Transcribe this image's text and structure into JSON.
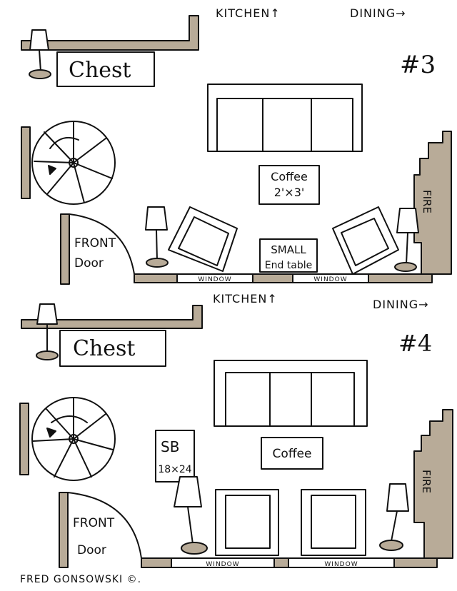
{
  "colors": {
    "wall": "#b8ab98",
    "ink": "#111111",
    "paper": "#ffffff"
  },
  "plan3": {
    "number": "#3",
    "kitchen": "KITCHEN↑",
    "dining": "DINING→",
    "chest": "Chest",
    "coffee_line1": "Coffee",
    "coffee_line2": "2'×3'",
    "small_line1": "SMALL",
    "small_line2": "End table",
    "front_line1": "FRONT",
    "front_line2": "Door",
    "fire": "FIRE",
    "window1": "WINDOW",
    "window2": "WINDOW"
  },
  "plan4": {
    "number": "#4",
    "kitchen": "KITCHEN↑",
    "dining": "DINING→",
    "chest": "Chest",
    "coffee": "Coffee",
    "sb_line1": "SB",
    "sb_line2": "18×24",
    "front_line1": "FRONT",
    "front_line2": "Door",
    "fire": "FIRE",
    "window1": "WINDOW",
    "window2": "WINDOW"
  },
  "credit": "FRED GONSOWSKI ©."
}
